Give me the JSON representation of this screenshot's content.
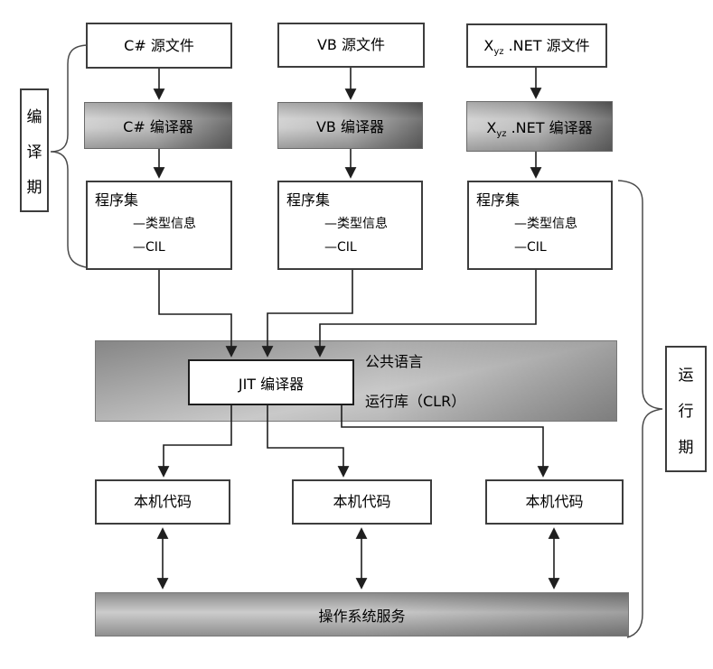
{
  "phases": {
    "compile": {
      "label": "编译期",
      "chars": [
        "编",
        "译",
        "期"
      ]
    },
    "runtime": {
      "label": "运行期",
      "chars": [
        "运",
        "行",
        "期"
      ]
    }
  },
  "sources": [
    {
      "label": "C# 源文件"
    },
    {
      "label": "VB 源文件"
    },
    {
      "pre": "X",
      "sub": "yz",
      "post": " .NET 源文件"
    }
  ],
  "compilers": [
    {
      "label": "C# 编译器"
    },
    {
      "label": "VB 编译器"
    },
    {
      "pre": "X",
      "sub": "yz",
      "post": " .NET 编译器"
    }
  ],
  "assemblies": [
    {
      "title": "程序集",
      "items": [
        "—类型信息",
        "—CIL"
      ]
    },
    {
      "title": "程序集",
      "items": [
        "—类型信息",
        "—CIL"
      ]
    },
    {
      "title": "程序集",
      "items": [
        "—类型信息",
        "—CIL"
      ]
    }
  ],
  "clr": {
    "jit_label": "JIT 编译器",
    "name_line1": "公共语言",
    "name_line2": "运行库（CLR）"
  },
  "native_code": [
    "本机代码",
    "本机代码",
    "本机代码"
  ],
  "os_bar": {
    "label": "操作系统服务"
  },
  "colors": {
    "line": "#1f1f1f",
    "brace": "#4a4a4a",
    "gradient_dark": "#5f5f5f",
    "gradient_light": "#d2d2d2"
  }
}
